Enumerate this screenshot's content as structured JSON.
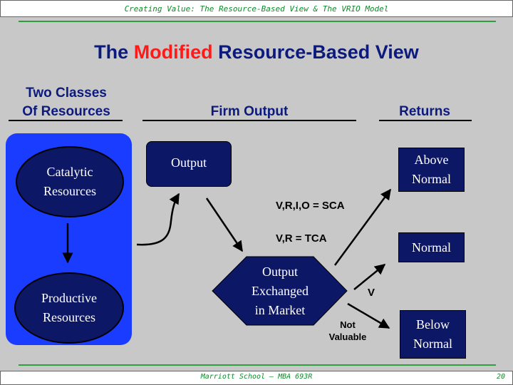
{
  "header": {
    "text": "Creating Value:  The Resource-Based View & The VRIO Model"
  },
  "title": {
    "prefix": "The ",
    "emphasis": "Modified",
    "suffix": " Resource-Based View"
  },
  "columns": {
    "resources_line1": "Two Classes",
    "resources_line2": "Of Resources",
    "firm_output": "Firm Output",
    "returns": "Returns"
  },
  "nodes": {
    "catalytic_line1": "Catalytic",
    "catalytic_line2": "Resources",
    "productive_line1": "Productive",
    "productive_line2": "Resources",
    "output": "Output",
    "exchanged_line1": "Output",
    "exchanged_line2": "Exchanged",
    "exchanged_line3": "in Market",
    "above_line1": "Above",
    "above_line2": "Normal",
    "normal": "Normal",
    "below_line1": "Below",
    "below_line2": "Normal"
  },
  "edge_labels": {
    "vrio": "V,R,I,O = SCA",
    "vr": "V,R = TCA",
    "v": "V",
    "not_valuable_line1": "Not",
    "not_valuable_line2": "Valuable"
  },
  "footer": {
    "text": "Marriott School – MBA 693R",
    "page": "20"
  },
  "colors": {
    "accent_green": "#2e9e3e",
    "panel_blue": "#1a3cff",
    "node_navy": "#0c1766",
    "title_navy": "#0c1a7e",
    "emphasis_red": "#ff1a1a"
  }
}
